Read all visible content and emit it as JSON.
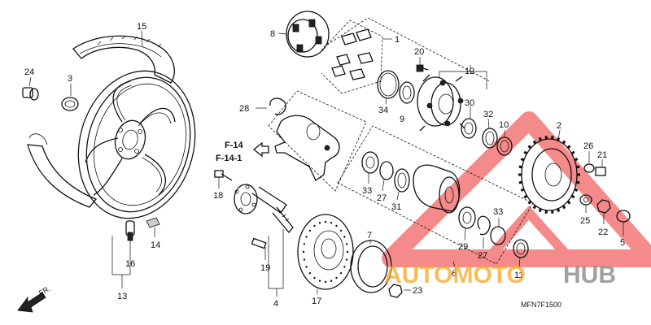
{
  "part_numbers": {
    "p1": "1",
    "p2": "2",
    "p3": "3",
    "p4": "4",
    "p5": "5",
    "p6": "6",
    "p7": "7",
    "p8": "8",
    "p9": "9",
    "p10": "10",
    "p11": "11",
    "p12": "12",
    "p13": "13",
    "p14": "14",
    "p15": "15",
    "p16": "16",
    "p17": "17",
    "p18": "18",
    "p19": "19",
    "p20": "20",
    "p21": "21",
    "p22": "22",
    "p23": "23",
    "p24": "24",
    "p25": "25",
    "p26": "26",
    "p27a": "27",
    "p27b": "27",
    "p28": "28",
    "p29": "29",
    "p30": "30",
    "p31": "31",
    "p32": "32",
    "p33a": "33",
    "p33b": "33",
    "p34": "34"
  },
  "references": {
    "ref1": "F-14",
    "ref2": "F-14-1"
  },
  "front_label": "FR.",
  "diagram_code": "MFN7F1500",
  "watermark": {
    "word1": "AUTOMOTO",
    "word2": "HUB",
    "color_orange": "#f5a623",
    "color_gray": "#8a8a8a",
    "color_red": "#ee2b2b"
  }
}
